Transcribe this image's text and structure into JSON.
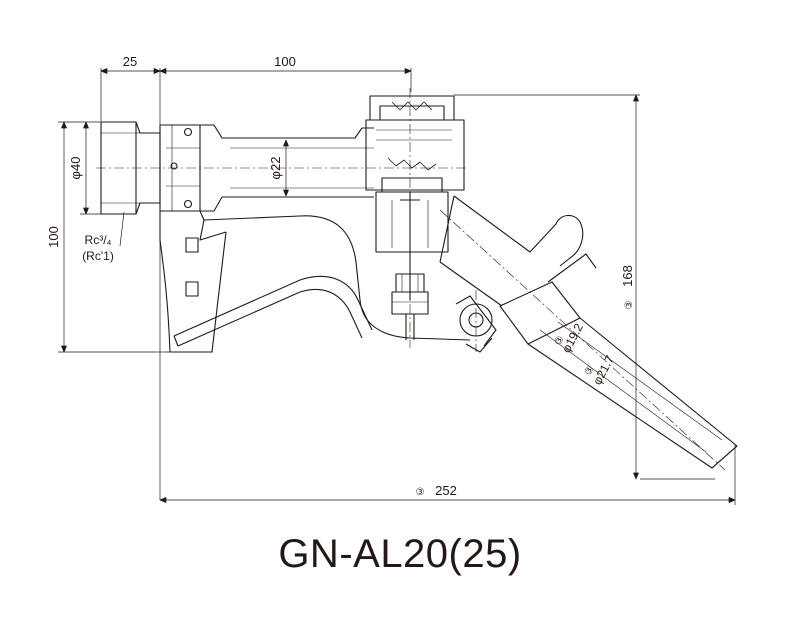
{
  "dimensions": {
    "inlet_length": "25",
    "body_length": "100",
    "height": "100",
    "inlet_dia": "φ40",
    "bore_dia": "φ22",
    "overall_height": "168",
    "overall_length": "252",
    "spout_inner_dia": "φ19.2",
    "spout_outer_dia": "φ21.7",
    "thread_1": "Rc³/₄",
    "thread_2": "(Rc'1)"
  },
  "marks": {
    "approx_symbol": "③"
  },
  "model": "GN-AL20(25)",
  "colors": {
    "line": "#231815",
    "background": "#ffffff"
  }
}
